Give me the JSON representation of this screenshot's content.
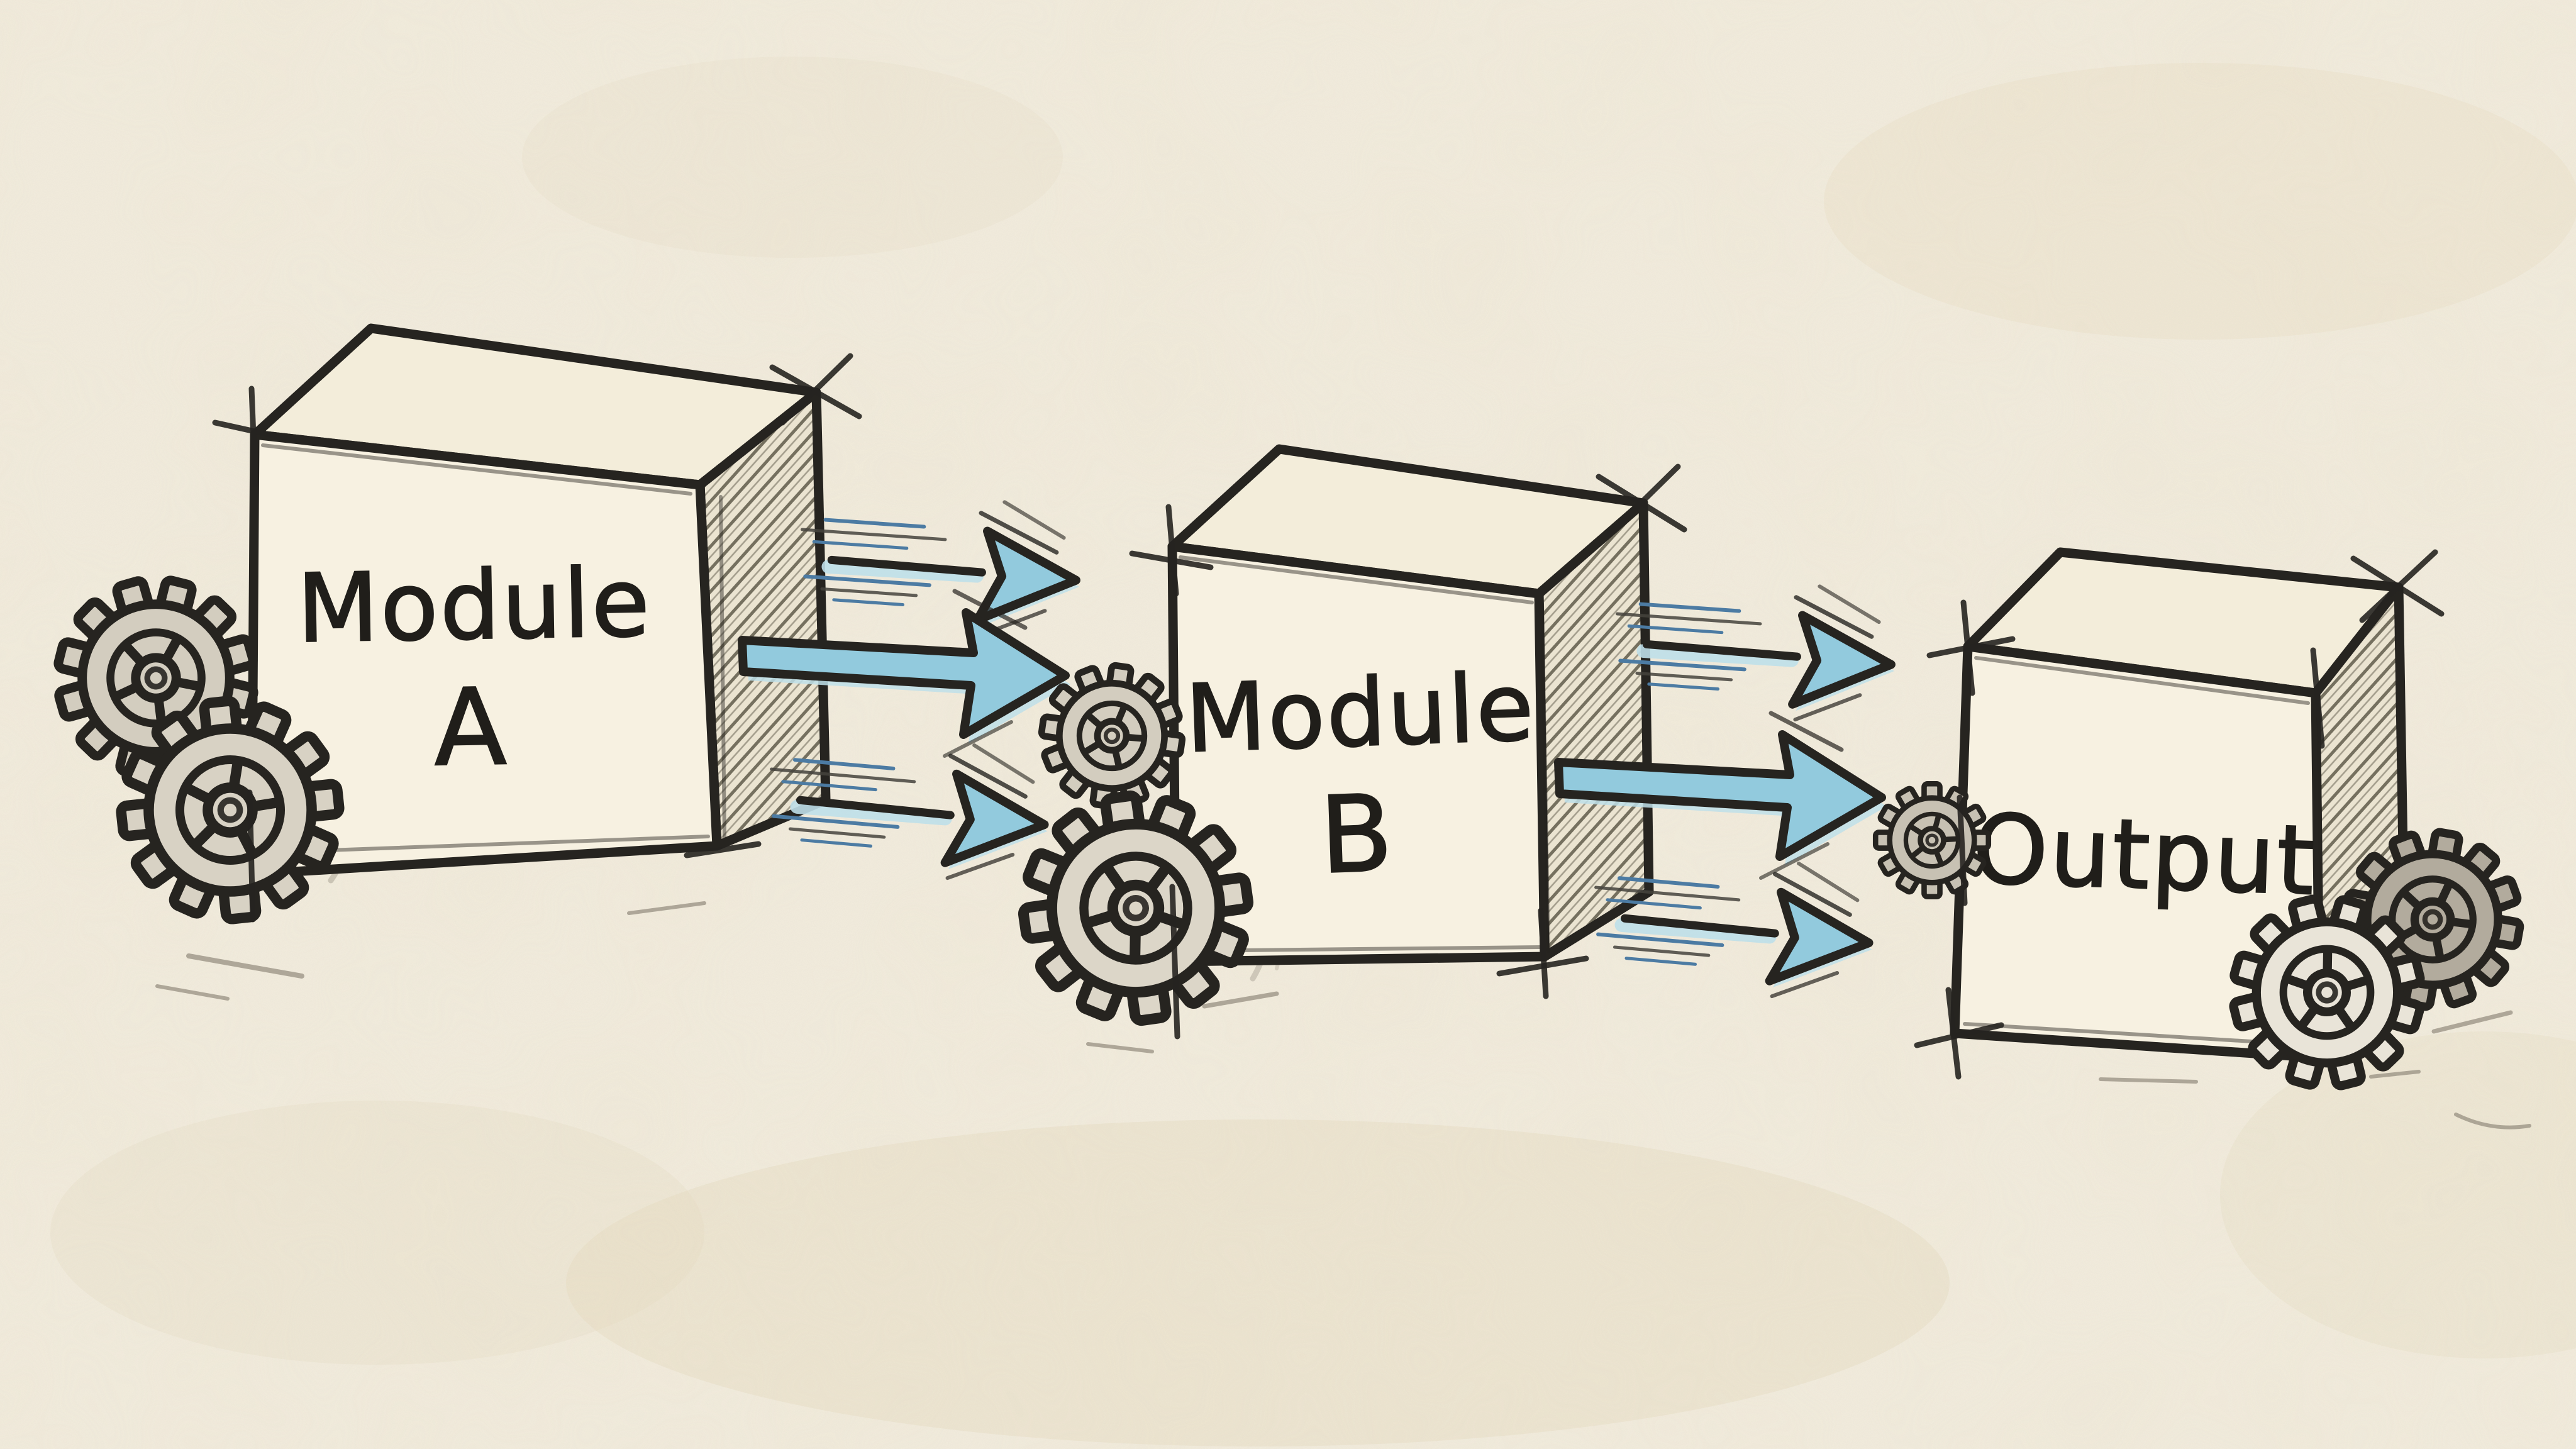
{
  "diagram": {
    "type": "flow-diagram",
    "style": "hand-drawn-sketch",
    "nodes": [
      {
        "id": "module-a",
        "label": "Module A",
        "lines": [
          "Module",
          "A"
        ]
      },
      {
        "id": "module-b",
        "label": "Module B",
        "lines": [
          "Module",
          "B"
        ]
      },
      {
        "id": "output",
        "label": "Output",
        "lines": [
          "Output"
        ]
      }
    ],
    "edges": [
      {
        "id": "a-to-b",
        "from": "module-a",
        "to": "module-b",
        "arrows": 3,
        "pattern": [
          "speed-arrow",
          "main-arrow",
          "speed-arrow"
        ]
      },
      {
        "id": "b-to-output",
        "from": "module-b",
        "to": "output",
        "arrows": 3,
        "pattern": [
          "speed-arrow",
          "main-arrow",
          "speed-arrow"
        ]
      }
    ],
    "decorations": {
      "gear_icon_clusters": [
        {
          "at": "module-a-bottom-left",
          "gear_count": 2
        },
        {
          "at": "module-b-left",
          "gear_count": 2
        },
        {
          "at": "output-left-edge",
          "gear_count": 1
        },
        {
          "at": "output-bottom-right",
          "gear_count": 2
        }
      ]
    },
    "colors": {
      "paper": "#f3edde",
      "ink": "#262420",
      "arrow_blue": "#92cadd",
      "arrow_blue_light": "#bedfe9",
      "speed_line_blue": "#4c7ba3",
      "gear_gray": "#d6d0c2",
      "gear_gray_dark": "#b2ab9d",
      "hatch_pencil": "#7a7467"
    }
  }
}
